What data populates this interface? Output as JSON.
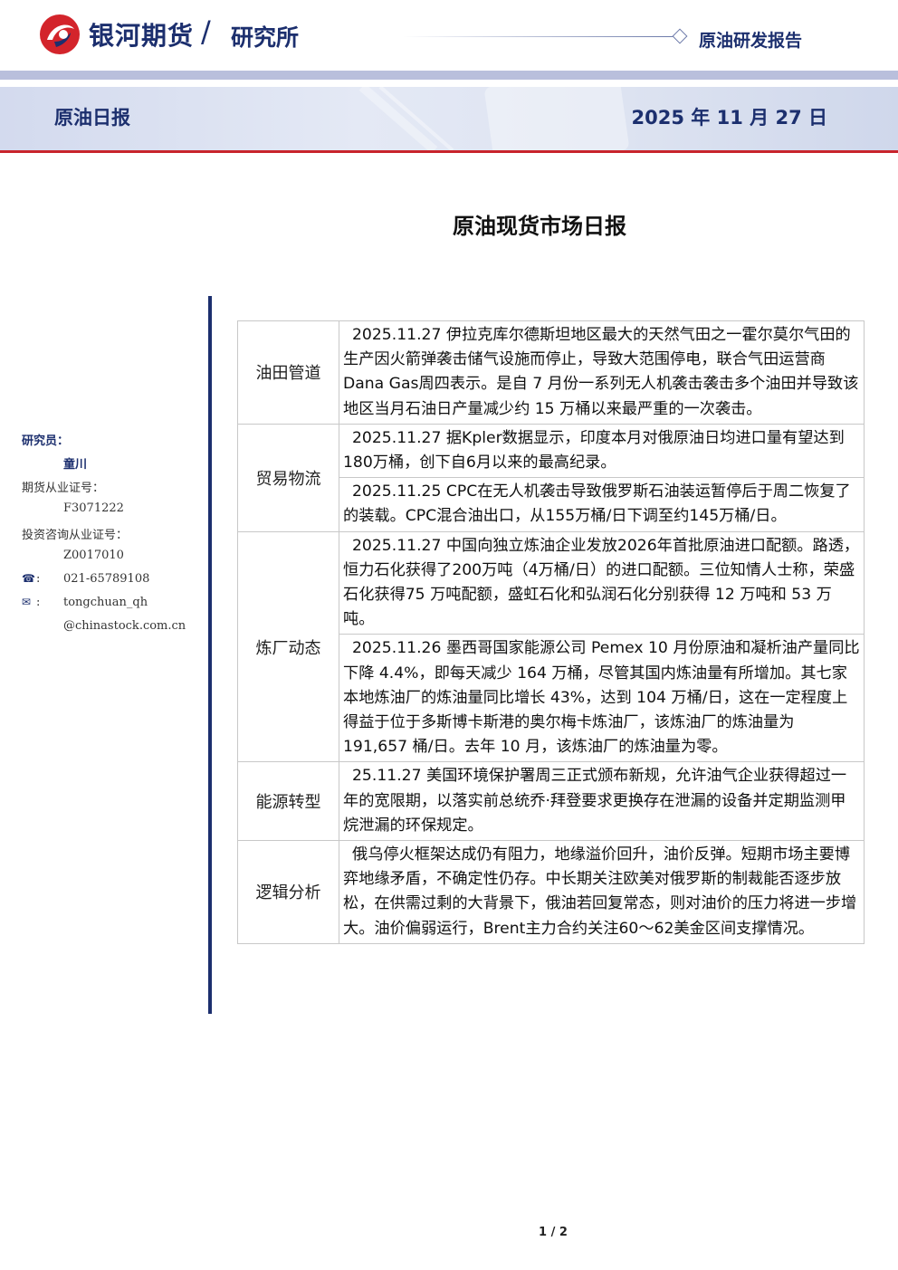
{
  "header": {
    "brand": "银河期货",
    "slash": "/",
    "institute": "研究所",
    "report_type": "原油研发报告",
    "daily_title": "原油日报",
    "date": "2025 年 11 月 27 日"
  },
  "title": "原油现货市场日报",
  "sidebar": {
    "researcher_label": "研究员：",
    "researcher_name": "童川",
    "futures_cert_label": "期货从业证号：",
    "futures_cert": "F3071222",
    "invest_cert_label": "投资咨询从业证号：",
    "invest_cert": "Z0017010",
    "phone_icon": "☎",
    "phone_sep": ":",
    "phone": "021-65789108",
    "email_icon": "✉",
    "email_sep": ":",
    "email_1": "tongchuan_qh",
    "email_2": "@chinastock.com.cn"
  },
  "table": [
    {
      "category": "油田管道",
      "items": [
        "2025.11.27 伊拉克库尔德斯坦地区最大的天然气田之一霍尔莫尔气田的生产因火箭弹袭击储气设施而停止，导致大范围停电，联合气田运营商Dana Gas周四表示。是自 7 月份一系列无人机袭击袭击多个油田并导致该地区当月石油日产量减少约 15 万桶以来最严重的一次袭击。"
      ]
    },
    {
      "category": "贸易物流",
      "items": [
        "2025.11.27 据Kpler数据显示，印度本月对俄原油日均进口量有望达到180万桶，创下自6月以来的最高纪录。",
        "2025.11.25 CPC在无人机袭击导致俄罗斯石油装运暂停后于周二恢复了的装载。CPC混合油出口，从155万桶/日下调至约145万桶/日。"
      ]
    },
    {
      "category": "炼厂动态",
      "items": [
        "2025.11.27 中国向独立炼油企业发放2026年首批原油进口配额。路透，恒力石化获得了200万吨（4万桶/日）的进口配额。三位知情人士称，荣盛石化获得75 万吨配额，盛虹石化和弘润石化分别获得 12 万吨和 53 万吨。",
        "2025.11.26 墨西哥国家能源公司 Pemex 10 月份原油和凝析油产量同比下降 4.4%，即每天减少 164 万桶，尽管其国内炼油量有所增加。其七家本地炼油厂的炼油量同比增长 43%，达到 104 万桶/日，这在一定程度上得益于位于多斯博卡斯港的奥尔梅卡炼油厂，该炼油厂的炼油量为 191,657 桶/日。去年 10 月，该炼油厂的炼油量为零。"
      ]
    },
    {
      "category": "能源转型",
      "items": [
        "25.11.27 美国环境保护署周三正式颁布新规，允许油气企业获得超过一年的宽限期，以落实前总统乔·拜登要求更换存在泄漏的设备并定期监测甲烷泄漏的环保规定。"
      ]
    },
    {
      "category": "逻辑分析",
      "items": [
        "俄乌停火框架达成仍有阻力，地缘溢价回升，油价反弹。短期市场主要博弈地缘矛盾，不确定性仍存。中长期关注欧美对俄罗斯的制裁能否逐步放松，在供需过剩的大背景下，俄油若回复常态，则对油价的压力将进一步增大。油价偏弱运行，Brent主力合约关注60～62美金区间支撑情况。"
      ]
    }
  ],
  "page_number": "1 / 2",
  "colors": {
    "brand_navy": "#1c2f6e",
    "logo_red": "#d3242b",
    "rule_red": "#c8242c"
  }
}
